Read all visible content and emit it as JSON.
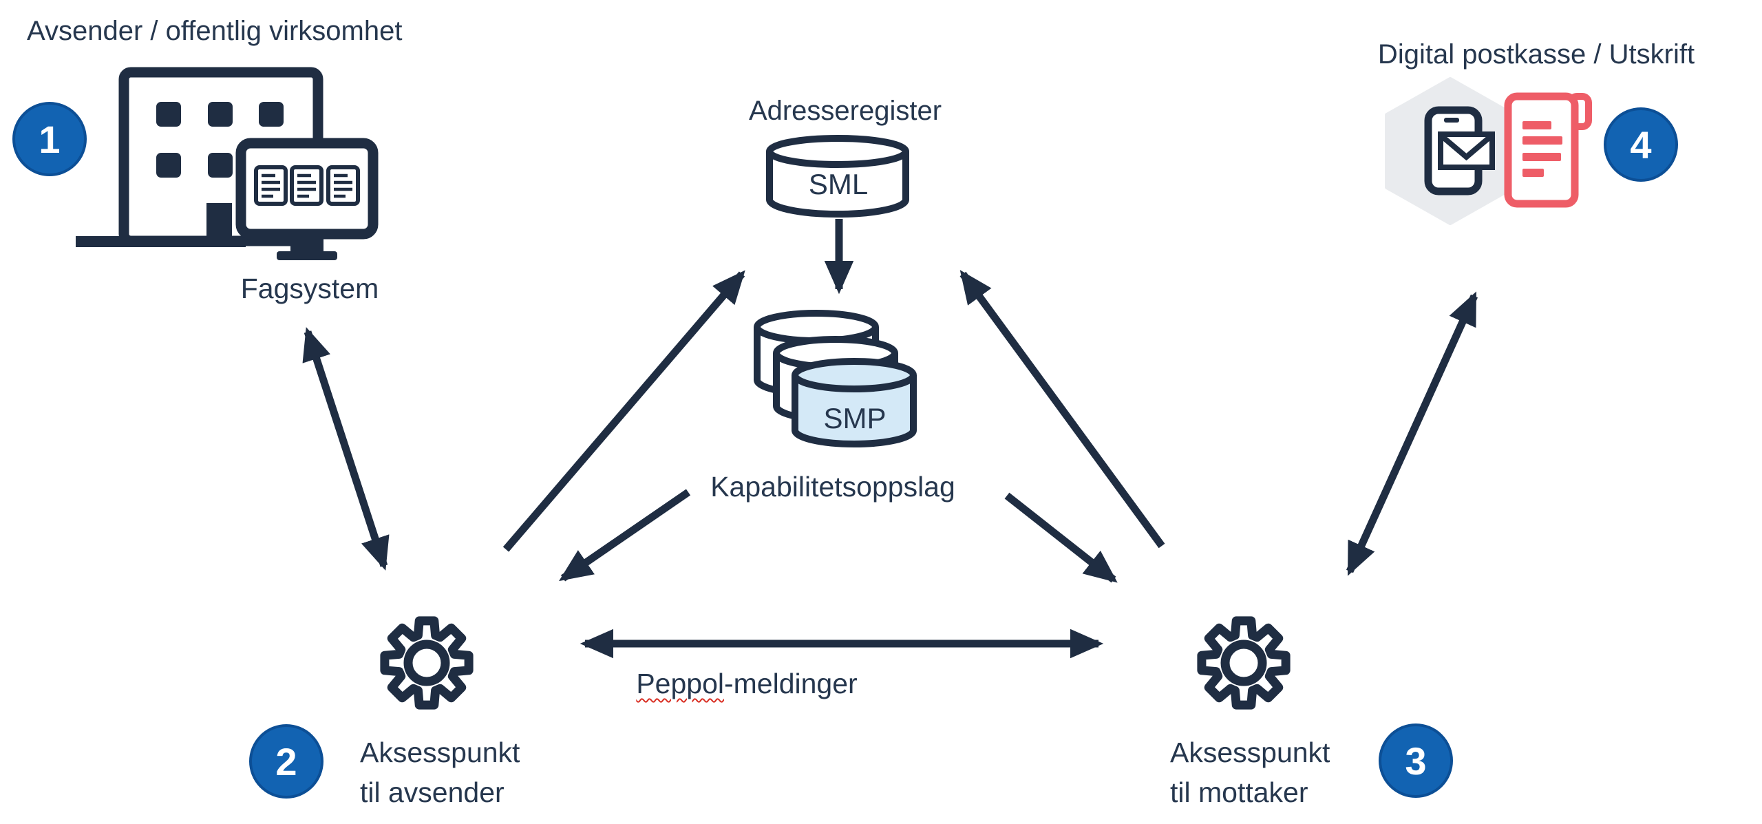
{
  "colors": {
    "navy_icon": "#1f2d42",
    "text_navy": "#26374e",
    "badge_blue": "#1263b2",
    "badge_border_blue": "#0c4f96",
    "cylinder_light_blue": "#d4e9f7",
    "hexagon_gray": "#e9ebee",
    "document_red": "#ee5d67",
    "squiggle_red": "#d93025",
    "background": "#ffffff"
  },
  "sender": {
    "title": "Avsender / offentlig virksomhet",
    "badge": "1",
    "system_label": "Fagsystem"
  },
  "registry": {
    "title": "Adresseregister",
    "sml_label": "SML",
    "smp_label": "SMP",
    "lookup_label": "Kapabilitetsoppslag"
  },
  "receiver": {
    "title": "Digital postkasse / Utskrift",
    "badge": "4"
  },
  "access_point_sender": {
    "badge": "2",
    "label_line1": "Aksesspunkt",
    "label_line2": "til avsender"
  },
  "access_point_receiver": {
    "badge": "3",
    "label_line1": "Aksesspunkt",
    "label_line2": "til mottaker"
  },
  "peppol": {
    "label_word": "Peppol",
    "label_rest": "-meldinger"
  },
  "icons": {
    "building": "building-icon",
    "monitor_documents": "fagsystem-monitor-icon",
    "sml_cylinder": "database-cylinder-icon",
    "smp_stack": "database-stack-icon",
    "gear_left": "gear-icon",
    "gear_right": "gear-icon",
    "digital_mailbox": "phone-envelope-hexagon-icon",
    "print_document": "printed-document-icon"
  }
}
